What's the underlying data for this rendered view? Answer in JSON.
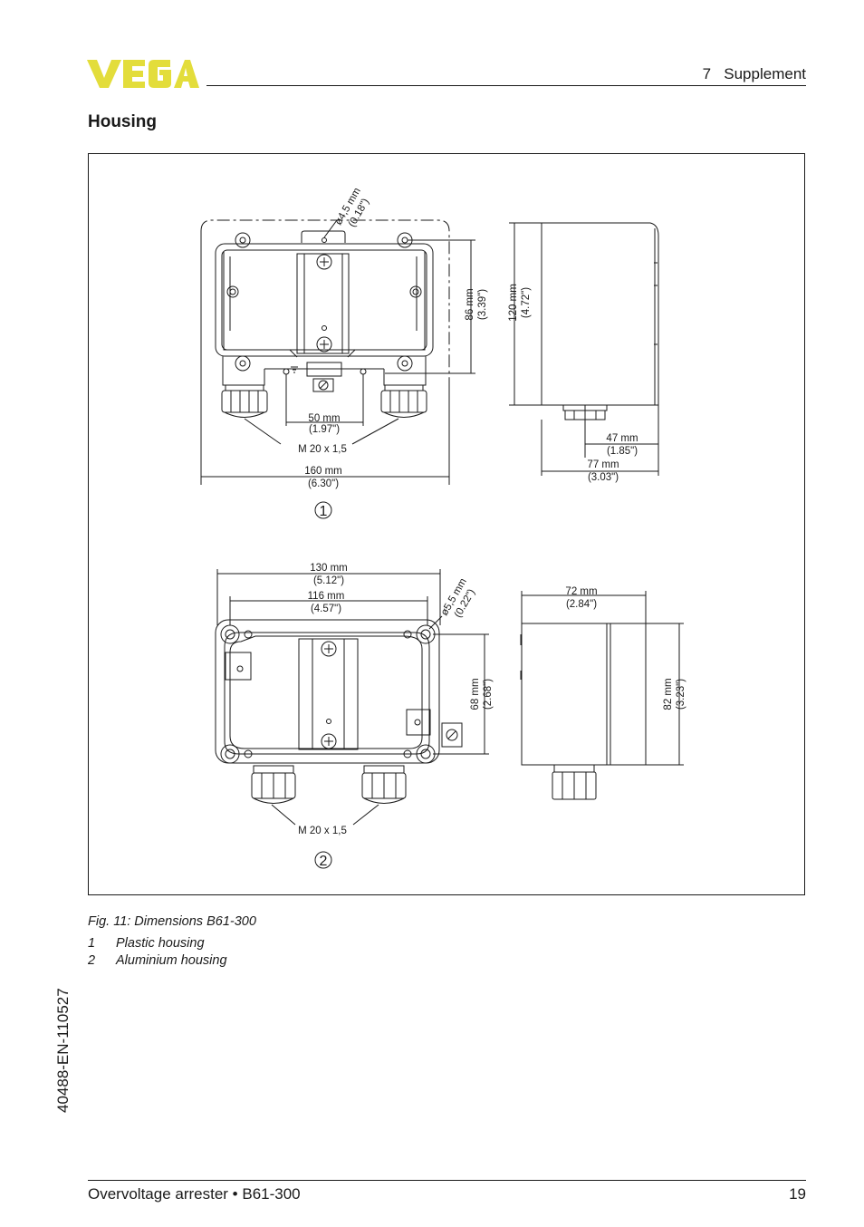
{
  "header": {
    "brand": "VEGA",
    "brand_color": "#e3dd3b",
    "section": "7   Supplement"
  },
  "page_title": "Housing",
  "figure": {
    "plastic": {
      "marker": "1",
      "dims": {
        "hole_mm": "ø4,5 mm",
        "hole_in": "(0.18\")",
        "h86_mm": "86 mm",
        "h86_in": "(3.39\")",
        "h120_mm": "120 mm",
        "h120_in": "(4.72\")",
        "w50_mm": "50 mm",
        "w50_in": "(1.97\")",
        "thread": "M 20 x 1,5",
        "w160_mm": "160 mm",
        "w160_in": "(6.30\")",
        "d47_mm": "47 mm",
        "d47_in": "(1.85\")",
        "d77_mm": "77 mm",
        "d77_in": "(3.03\")"
      }
    },
    "aluminium": {
      "marker": "2",
      "dims": {
        "w130_mm": "130 mm",
        "w130_in": "(5.12\")",
        "w116_mm": "116 mm",
        "w116_in": "(4.57\")",
        "hole_mm": "ø5,5 mm",
        "hole_in": "(0.22\")",
        "h68_mm": "68 mm",
        "h68_in": "(2.68\")",
        "w72_mm": "72 mm",
        "w72_in": "(2.84\")",
        "h82_mm": "82 mm",
        "h82_in": "(3.23\")",
        "thread": "M 20 x 1,5"
      }
    }
  },
  "caption": "Fig. 11: Dimensions B61-300",
  "legend": [
    {
      "num": "1",
      "text": "Plastic housing"
    },
    {
      "num": "2",
      "text": "Aluminium housing"
    }
  ],
  "footer": {
    "title": "Overvoltage arrester • B61-300",
    "page": "19",
    "doc_id": "40488-EN-110527"
  }
}
